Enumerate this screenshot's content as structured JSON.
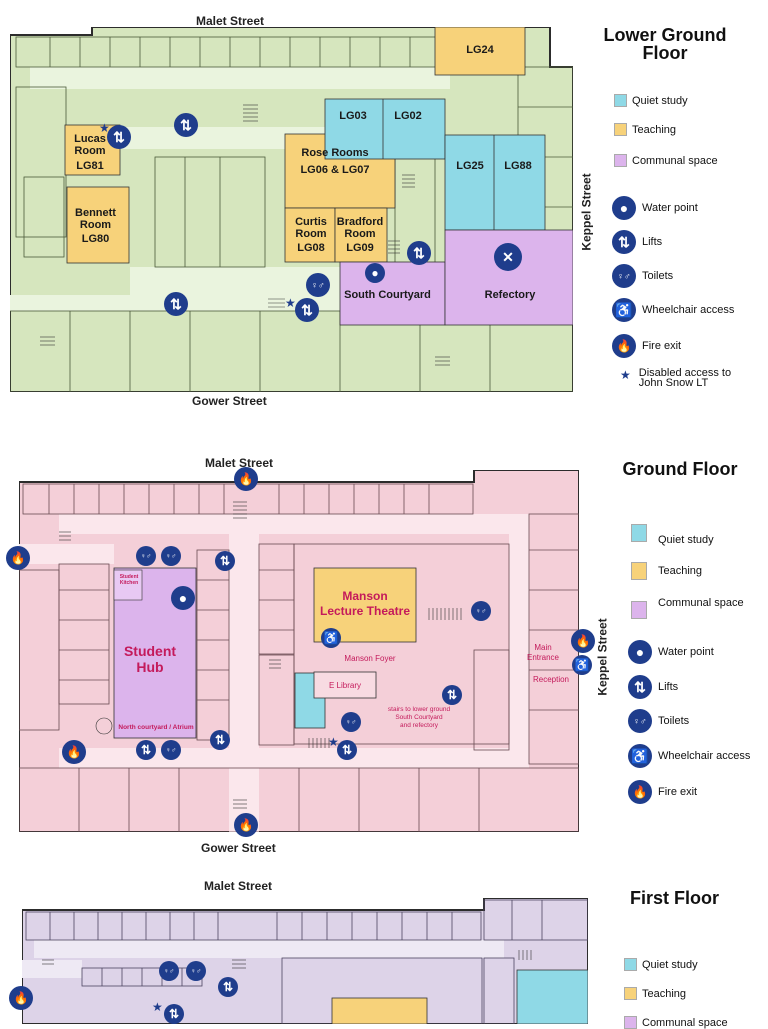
{
  "colors": {
    "quiet_study": "#8fd9e6",
    "teaching": "#f7d27a",
    "communal": "#dcb4ec",
    "lower_floor_bg": "#d6e6be",
    "ground_floor_bg": "#f4cfd8",
    "first_floor_bg": "#ddd3e8",
    "icon_blue": "#1f3d8c"
  },
  "lower_ground": {
    "title_line1": "Lower Ground",
    "title_line2": "Floor",
    "street_top": "Malet Street",
    "street_bottom": "Gower Street",
    "street_side": "Keppel Street",
    "rooms": {
      "lg24": "LG24",
      "lg03": "LG03",
      "lg02": "LG02",
      "rose_name": "Rose Rooms",
      "rose_code": "LG06 & LG07",
      "lg25": "LG25",
      "lg88": "LG88",
      "lucas_name": "Lucas\nRoom",
      "lucas_code": "LG81",
      "bennett_name": "Bennett\nRoom",
      "bennett_code": "LG80",
      "curtis_name": "Curtis\nRoom",
      "curtis_code": "LG08",
      "bradford_name": "Bradford\nRoom",
      "bradford_code": "LG09",
      "south_courtyard": "South Courtyard",
      "refectory": "Refectory"
    },
    "legend": {
      "quiet": "Quiet study",
      "teaching": "Teaching",
      "communal": "Communal space",
      "water": "Water point",
      "lifts": "Lifts",
      "toilets": "Toilets",
      "wheelchair": "Wheelchair access",
      "fire": "Fire exit",
      "disabled_line1": "Disabled access to",
      "disabled_line2": "John Snow LT"
    }
  },
  "ground": {
    "title": "Ground Floor",
    "street_top": "Malet Street",
    "street_bottom": "Gower Street",
    "street_side": "Keppel Street",
    "rooms": {
      "student_hub": "Student\nHub",
      "student_kitchen": "Student\nKitchen",
      "north_courtyard": "North courtyard / Atrium",
      "manson": "Manson\nLecture Theatre",
      "manson_foyer": "Manson Foyer",
      "e_library": "E Library",
      "stairs_note": "stairs to lower ground\nSouth Courtyard\nand refectory",
      "main_entrance": "Main\nEntrance",
      "reception": "Reception"
    },
    "legend": {
      "quiet": "Quiet study",
      "teaching": "Teaching",
      "communal": "Communal space",
      "water": "Water point",
      "lifts": "Lifts",
      "toilets": "Toilets",
      "wheelchair": "Wheelchair access",
      "fire": "Fire exit"
    }
  },
  "first": {
    "title": "First Floor",
    "street_top": "Malet Street",
    "legend": {
      "quiet": "Quiet study",
      "teaching": "Teaching",
      "communal": "Communal space"
    }
  },
  "icons": {
    "lift": "⇅",
    "toilet": "♀♂",
    "wheelchair": "♿",
    "fire": "🔥",
    "water": "●",
    "cutlery": "✕",
    "star": "★"
  }
}
